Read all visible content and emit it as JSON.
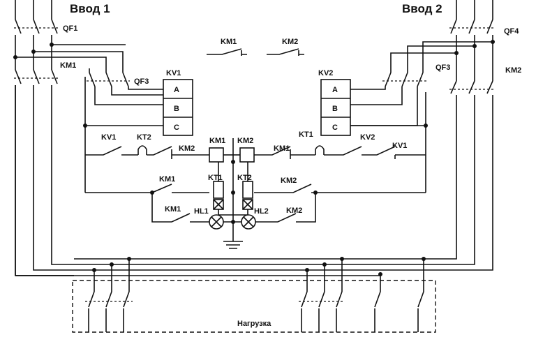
{
  "inputs": {
    "left": "Ввод 1",
    "right": "Ввод 2"
  },
  "breakers": {
    "qf1": "QF1",
    "qf3_left": "QF3",
    "qf4": "QF4",
    "qf3_right": "QF3"
  },
  "contactors": {
    "km1_main": "KM1",
    "km2_main": "KM2",
    "km1_top": "KM1",
    "km2_top": "KM2",
    "km1_coil": "KM1",
    "km2_coil": "KM2",
    "km1_contact_a": "KM1",
    "km1_contact_b": "KM1",
    "km2_contact_a": "KM2",
    "km2_contact_b": "KM2",
    "km2_interlock": "KM2",
    "km1_interlock": "KM1"
  },
  "relays": {
    "kv1": "KV1",
    "kv2": "KV2",
    "kv1_contact": "KV1",
    "kv2_contact": "KV2",
    "kv1_contact_right": "KV1",
    "kt1": "KT1",
    "kt2": "KT2",
    "kt1_contact": "KT1",
    "kt2_contact": "KT2"
  },
  "relay_terminals": {
    "kv1": [
      "A",
      "B",
      "C"
    ],
    "kv2": [
      "A",
      "B",
      "C"
    ]
  },
  "lamps": {
    "hl1": "HL1",
    "hl2": "HL2"
  },
  "load": {
    "label": "Нагрузка"
  }
}
